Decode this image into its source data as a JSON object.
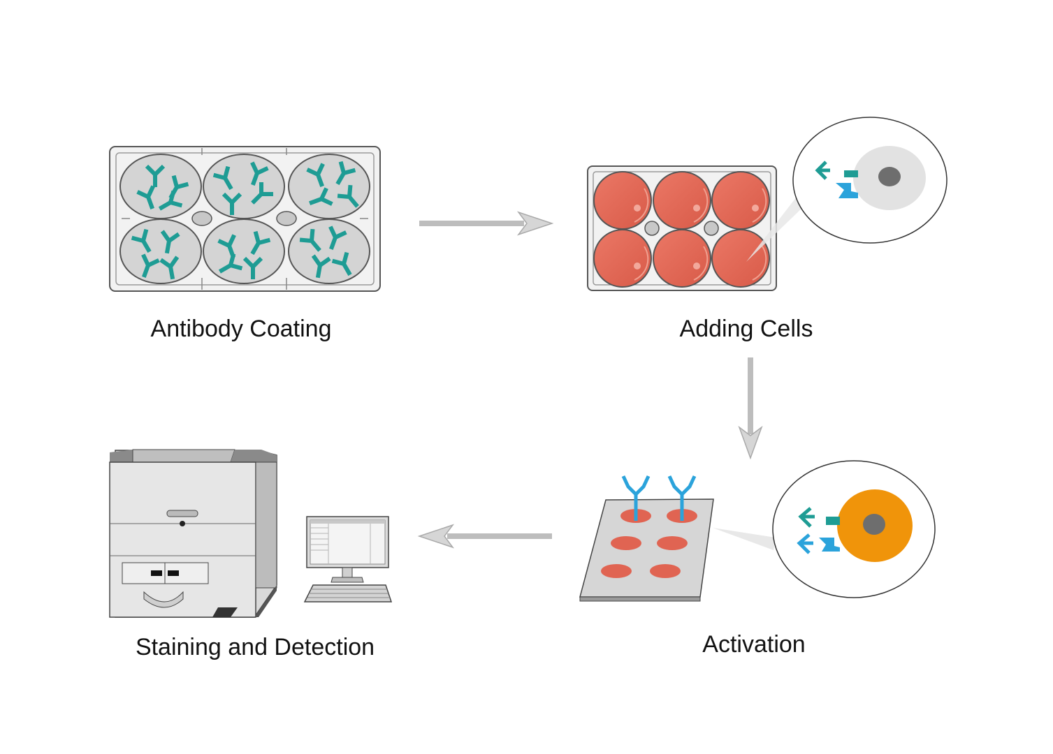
{
  "steps": [
    {
      "label": "Antibody Coating"
    },
    {
      "label": "Adding Cells"
    },
    {
      "label": "Activation"
    },
    {
      "label": "Staining and Detection"
    }
  ],
  "colors": {
    "plate_fill": "#f0f0f0",
    "plate_stroke": "#555555",
    "well_gray": "#d4d4d4",
    "antibody_teal": "#1e9c94",
    "antibody_blue": "#2ba3db",
    "medium_red": "#e06452",
    "cell_gray": "#e2e2e2",
    "cell_orange": "#f0940a",
    "nucleus": "#6e6e6e",
    "arrow_gray": "#bdbdbd",
    "instrument_gray": "#d9d9d9"
  },
  "icons": [
    "well-plate-icon",
    "antibody-icon",
    "cell-icon",
    "slide-icon",
    "flow-cytometer-icon",
    "computer-icon",
    "arrow-icon"
  ]
}
